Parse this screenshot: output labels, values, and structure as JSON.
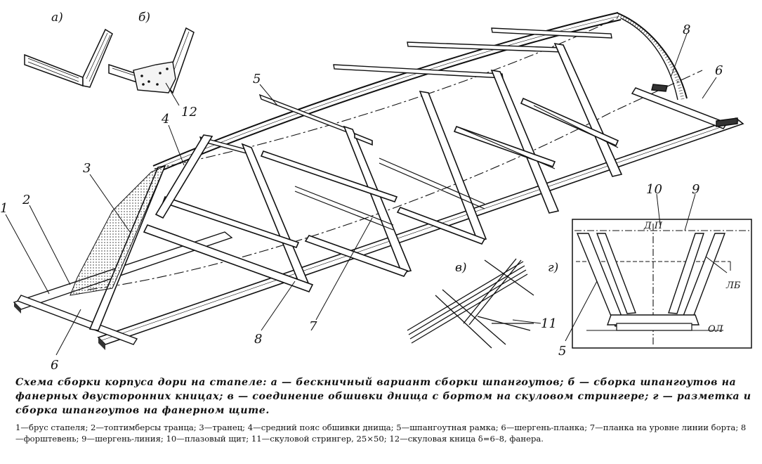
{
  "figure": {
    "insets": {
      "a": "а)",
      "b": "б)",
      "v": "в)",
      "g": "г)"
    },
    "callouts": {
      "n1": "1",
      "n2": "2",
      "n3": "3",
      "n4": "4",
      "n5": "5",
      "n5b": "5",
      "n6": "6",
      "n6b": "6",
      "n7": "7",
      "n8": "8",
      "n8b": "8",
      "n9": "9",
      "n10": "10",
      "n11": "11",
      "n12": "12"
    },
    "template_labels": {
      "dp": "Д П",
      "lb": "ЛБ",
      "ol": "ОЛ"
    }
  },
  "caption": "Схема сборки корпуса дори на стапеле: а — бескничный вариант сборки шпангоутов; б — сборка шпангоутов на фанерных двусторонних кницах; в — соединение обшивки днища с бортом на скуловом стрингере; г — разметка и сборка шпангоутов на фанерном щите.",
  "legend": "1—брус стапеля; 2—топтимберсы транца; 3—транец; 4—средний пояс обшивки днища; 5—шпангоутная рамка; 6—шергень-планка; 7—планка на уровне линии борта; 8—форштевень; 9—шергень-линия; 10—плазовый щит; 11—скуловой стрингер, 25×50; 12—скуловая кница δ=6–8, фанера."
}
